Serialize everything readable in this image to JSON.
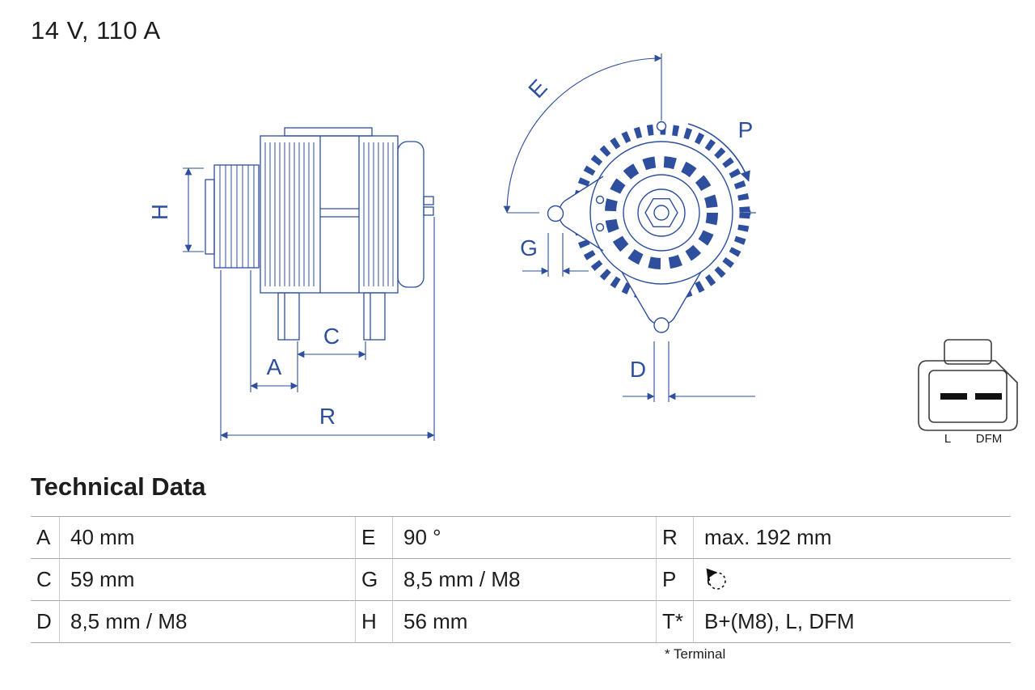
{
  "title": "14 V, 110 A",
  "drawing": {
    "dim_labels": {
      "H": "H",
      "A": "A",
      "C": "C",
      "R": "R",
      "E": "E",
      "G": "G",
      "P": "P",
      "D": "D"
    },
    "connector": {
      "pin_left_label": "L",
      "pin_right_label": "DFM"
    },
    "colors": {
      "line_blue": "#2d4f9e",
      "connector_gray": "#3c3c3c"
    }
  },
  "table": {
    "heading": "Technical Data",
    "rows": [
      {
        "cells": [
          {
            "key": "A",
            "value": "40 mm"
          },
          {
            "key": "E",
            "value": "90 °"
          },
          {
            "key": "R",
            "value": "max. 192 mm"
          }
        ]
      },
      {
        "cells": [
          {
            "key": "C",
            "value": "59 mm"
          },
          {
            "key": "G",
            "value": "8,5 mm / M8"
          },
          {
            "key": "P",
            "value": ""
          }
        ]
      },
      {
        "cells": [
          {
            "key": "D",
            "value": "8,5 mm / M8"
          },
          {
            "key": "H",
            "value": "56 mm"
          },
          {
            "key": "T*",
            "value": "B+(M8), L, DFM"
          }
        ]
      }
    ],
    "footnote": "* Terminal"
  }
}
